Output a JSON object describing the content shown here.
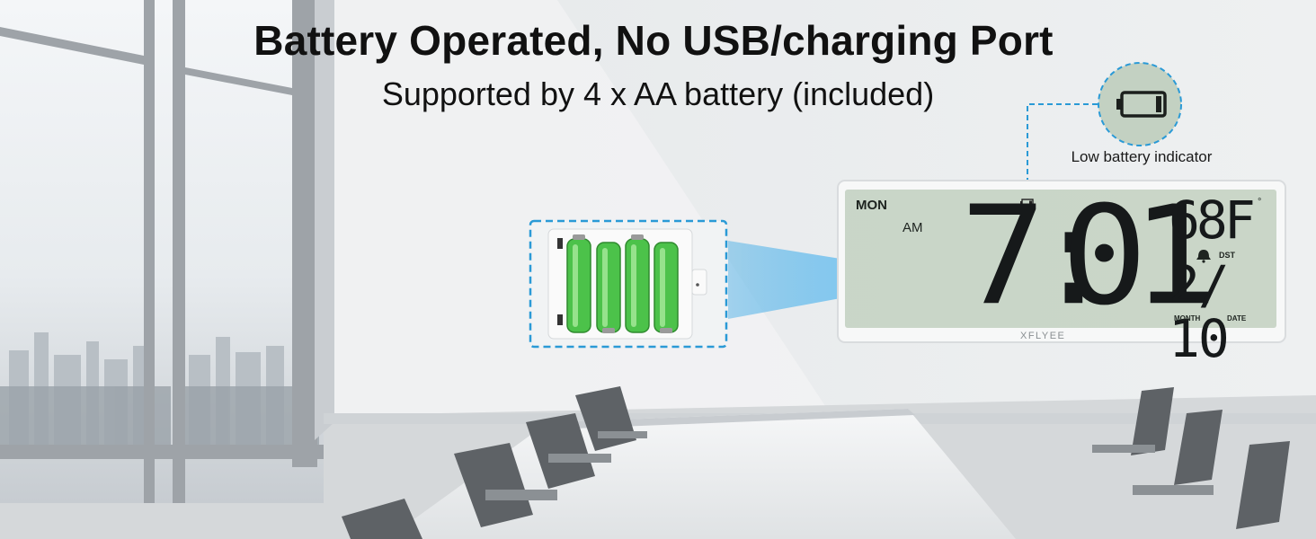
{
  "headline": "Battery Operated, No USB/charging Port",
  "subline": "Supported by 4 x AA battery (included)",
  "indicator_label": "Low battery indicator",
  "clock": {
    "day": "MON",
    "ampm": "AM",
    "time_hours": "7",
    "time_minutes": "01",
    "temperature": "68F",
    "degree_symbol": "°",
    "dst": "DST",
    "month": "2",
    "date": "10",
    "date_separator": "/",
    "month_label": "MONTH",
    "date_label": "DATE",
    "brand": "XFLYEE"
  },
  "battery_compartment": {
    "battery_count": 4,
    "battery_color": "#4cc24a"
  },
  "colors": {
    "accent_dashed": "#2a9ad6",
    "lcd_screen": "#c5d3c3",
    "beam": "#5fb7e8"
  },
  "icons": [
    "battery-low-icon",
    "alarm-bell-icon"
  ]
}
